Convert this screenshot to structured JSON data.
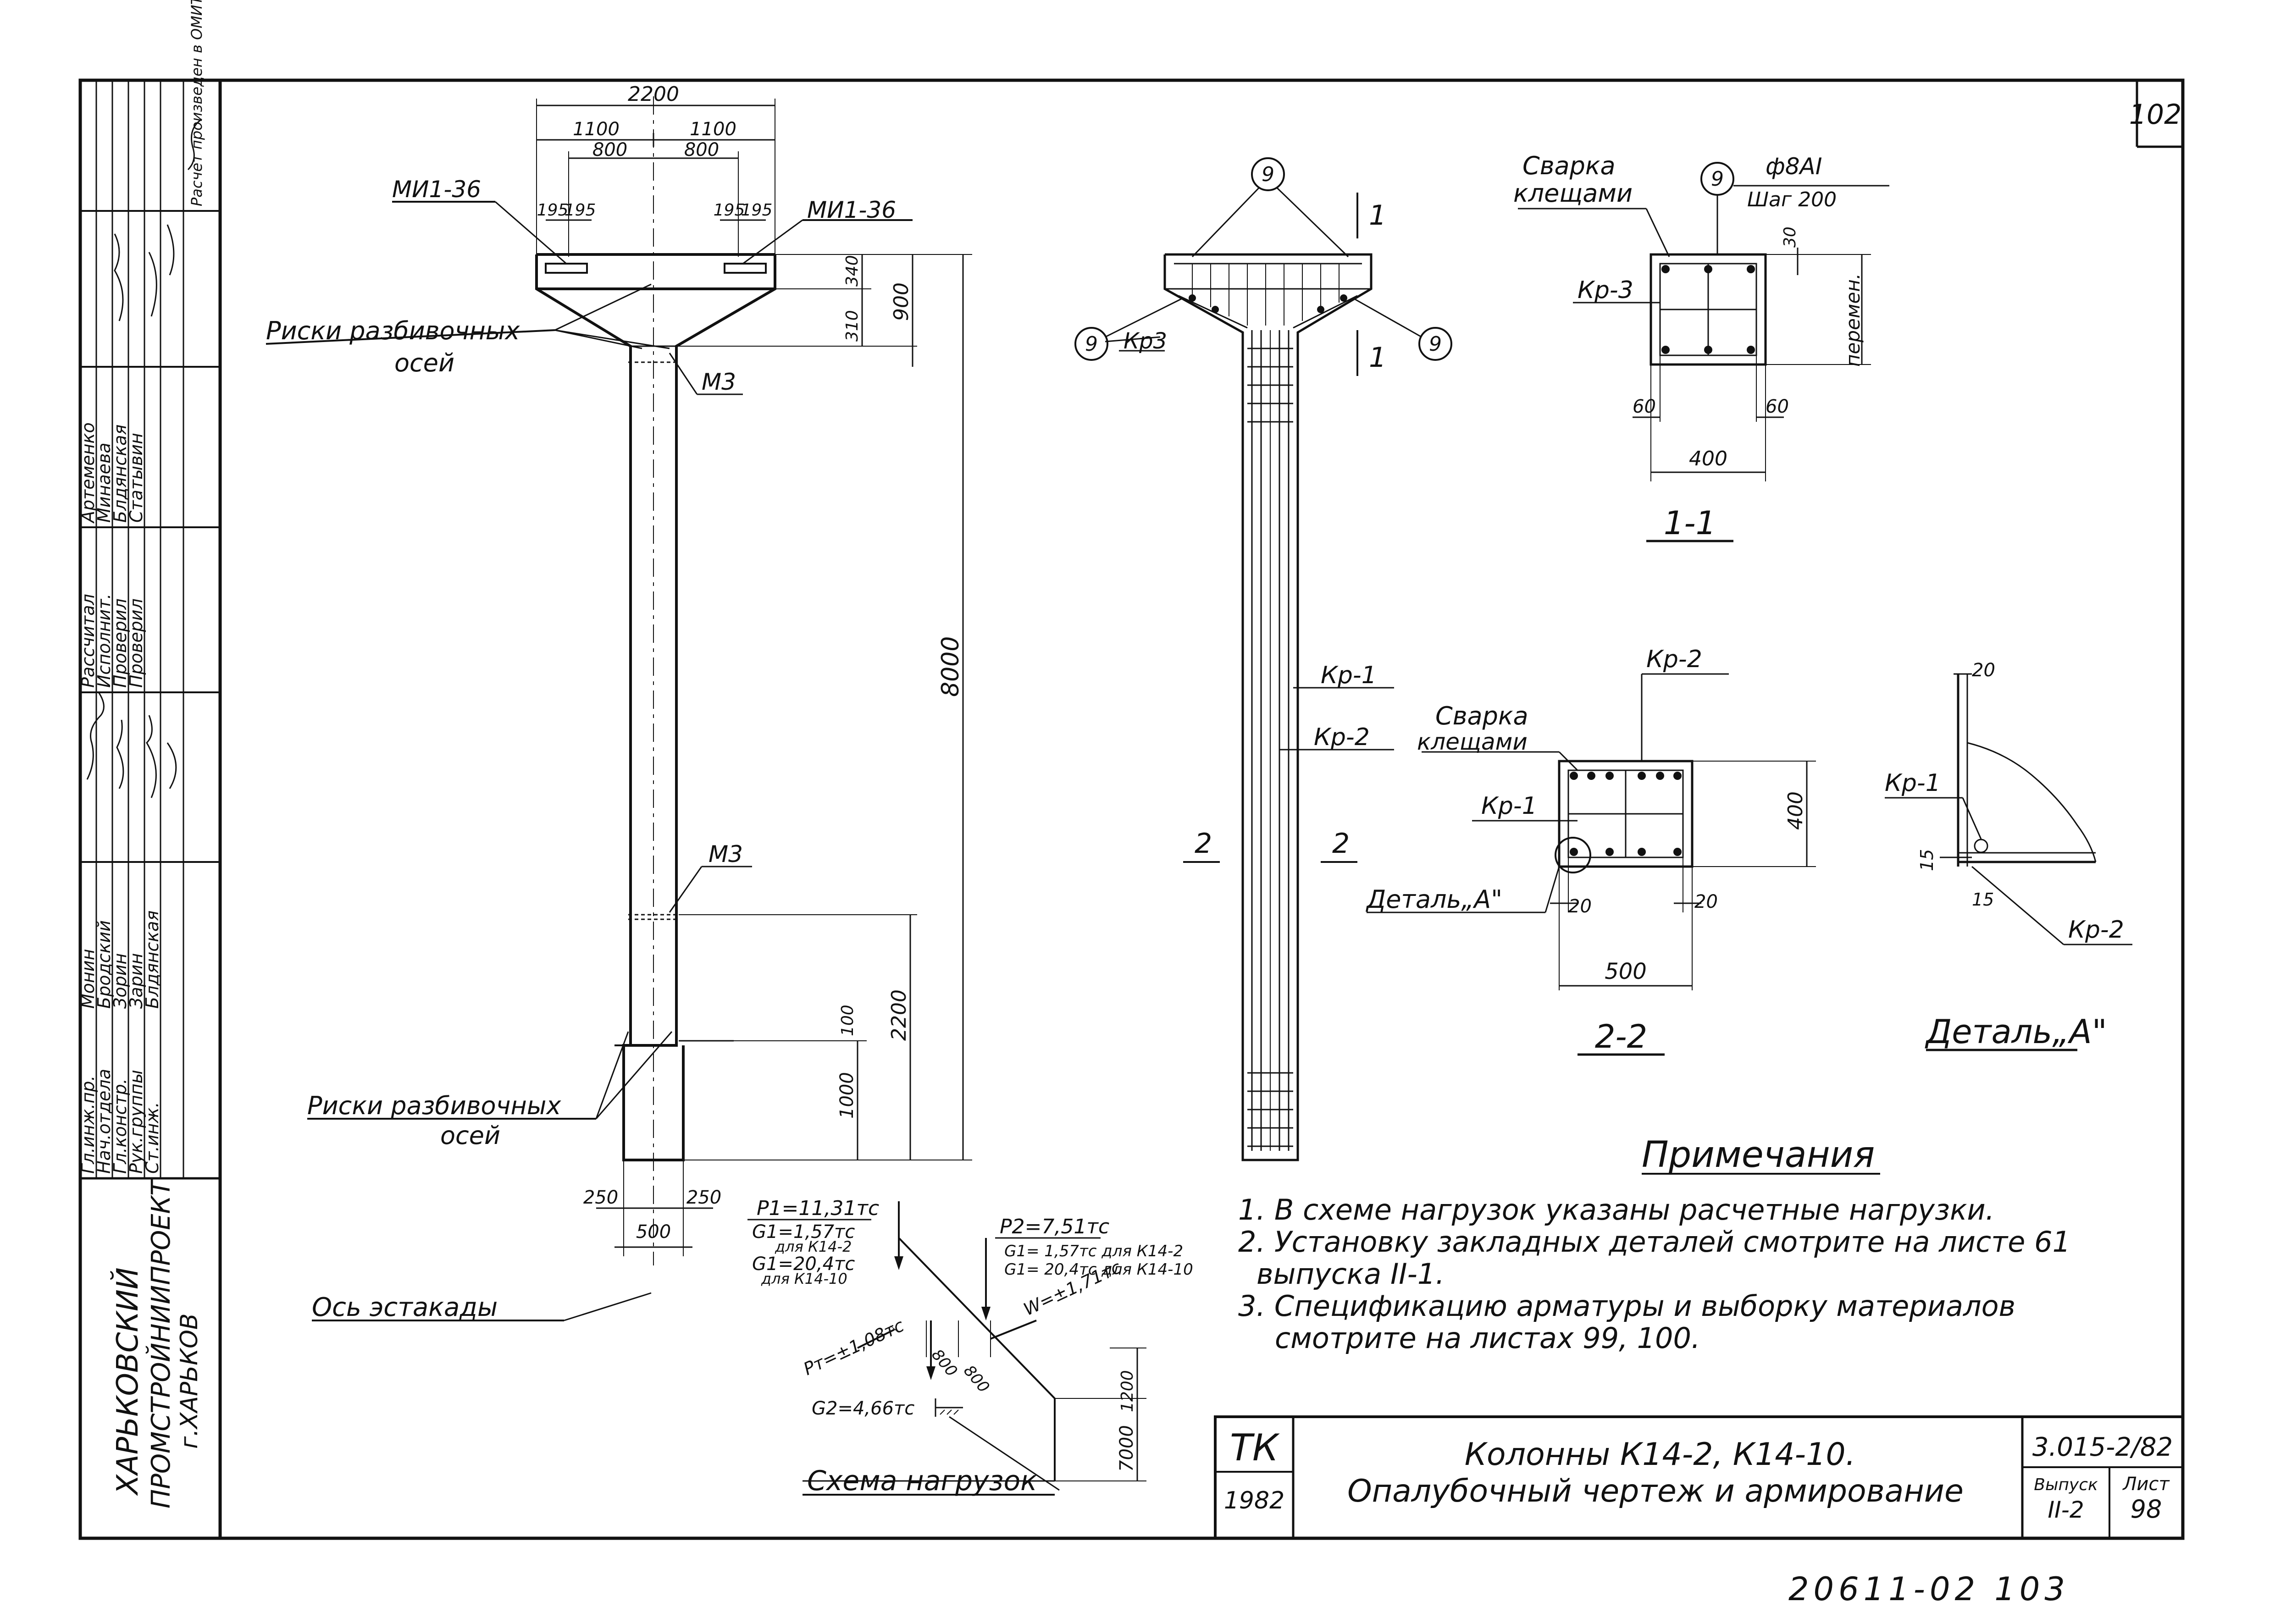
{
  "sheet": {
    "page_number": "102",
    "bottom_stamp": "20611-02   103"
  },
  "left_stamp": {
    "org_line1": "ХАРЬКОВСКИЙ",
    "org_line2": "ПРОМСТРОЙНИИПРОЕКТ",
    "org_line3": "г.ХАРЬКОВ",
    "roles": [
      "Гл.инж.пр.",
      "Нач.отдела",
      "Гл.констр.",
      "Рук.группы",
      "Ст.инж."
    ],
    "names": [
      "Монин",
      "Бродский",
      "Зорин",
      "Зарин",
      "Блдянская"
    ],
    "roles2": [
      "Рассчитал",
      "Исполнит.",
      "Проверил",
      "Проверил"
    ],
    "names2": [
      "Артеменко",
      "Минаева",
      "Блдянская",
      "Статывин"
    ],
    "calc_note": "Расчет произведен в ОМИТРЕ по программе КВС"
  },
  "elevation": {
    "dim_2200": "2200",
    "dim_1100_l": "1100",
    "dim_1100_r": "1100",
    "dim_800_l": "800",
    "dim_800_r": "800",
    "dim_195_1": "195",
    "dim_195_2": "195",
    "dim_195_3": "195",
    "dim_195_4": "195",
    "dim_340": "340",
    "dim_310": "310",
    "dim_900": "900",
    "dim_8000": "8000",
    "dim_2200_v": "2200",
    "dim_100": "100",
    "dim_1000": "1000",
    "dim_250_l": "250",
    "dim_250_r": "250",
    "dim_500": "500",
    "mi1_left": "МИ1-36",
    "mi1_right": "МИ1-36",
    "m3_top": "М3",
    "m3_mid": "М3",
    "riski1_a": "Риски разбивочных",
    "riski1_b": "осей",
    "riski2_a": "Риски разбивочных",
    "riski2_b": "осей",
    "os": "Ось  эстакады"
  },
  "reinf": {
    "pos9": "9",
    "kr3": "Кр3",
    "kr1": "Кр-1",
    "kr2": "Кр-2",
    "sec1_mark": "1",
    "sec2_mark": "2"
  },
  "section11": {
    "svarka_a": "Сварка",
    "svarka_b": "клещами",
    "pos9": "9",
    "dia": "ф8АI",
    "step": "Шаг 200",
    "d30": "30",
    "peremen": "перемен.",
    "kr3": "Кр-3",
    "d60l": "60",
    "d60r": "60",
    "d400": "400",
    "title": "1-1"
  },
  "section22": {
    "kr2": "Кр-2",
    "svarka_a": "Сварка",
    "svarka_b": "клещами",
    "kr1": "Кр-1",
    "d400": "400",
    "detal": "Деталь„А\"",
    "d20l": "20",
    "d20r": "20",
    "d500": "500",
    "title": "2-2"
  },
  "detailA": {
    "d20": "20",
    "kr1": "Кр-1",
    "d15a": "15",
    "d15b": "15",
    "kr2": "Кр-2",
    "title": "Деталь„А\""
  },
  "notes": {
    "title": "Примечания",
    "n1": "1. В схеме нагрузок указаны расчетные нагрузки.",
    "n2a": "2. Установку закладных деталей смотрите на листе  61",
    "n2b": "выпуска  II-1.",
    "n3a": "3. Спецификацию арматуры и выборку материалов",
    "n3b": "смотрите на листах  99, 100."
  },
  "loads": {
    "p1": "P1=11,31тс",
    "g1a": "G1=1,57тс",
    "g1a_for": "для К14-2",
    "g1b": "G1=20,4тс",
    "g1b_for": "для К14-10",
    "p2": "P2=7,51тс",
    "g1c": "G1= 1,57тс для К14-2",
    "g1d": "G1= 20,4тс для К14-10",
    "pt": "Pт=±1,08тс",
    "w": "W=±1,71тс",
    "g2": "G2=4,66тс",
    "d800a": "800",
    "d800b": "800",
    "d1200": "1200",
    "d7000": "7000",
    "title": "Схема нагрузок"
  },
  "title_block": {
    "tk": "ТК",
    "year": "1982",
    "name1": "Колонны  К14-2, К14-10.",
    "name2": "Опалубочный чертеж и армирование",
    "code": "3.015-2/82",
    "vyp_label": "Выпуск",
    "vyp": "II-2",
    "list_label": "Лист",
    "list": "98"
  }
}
